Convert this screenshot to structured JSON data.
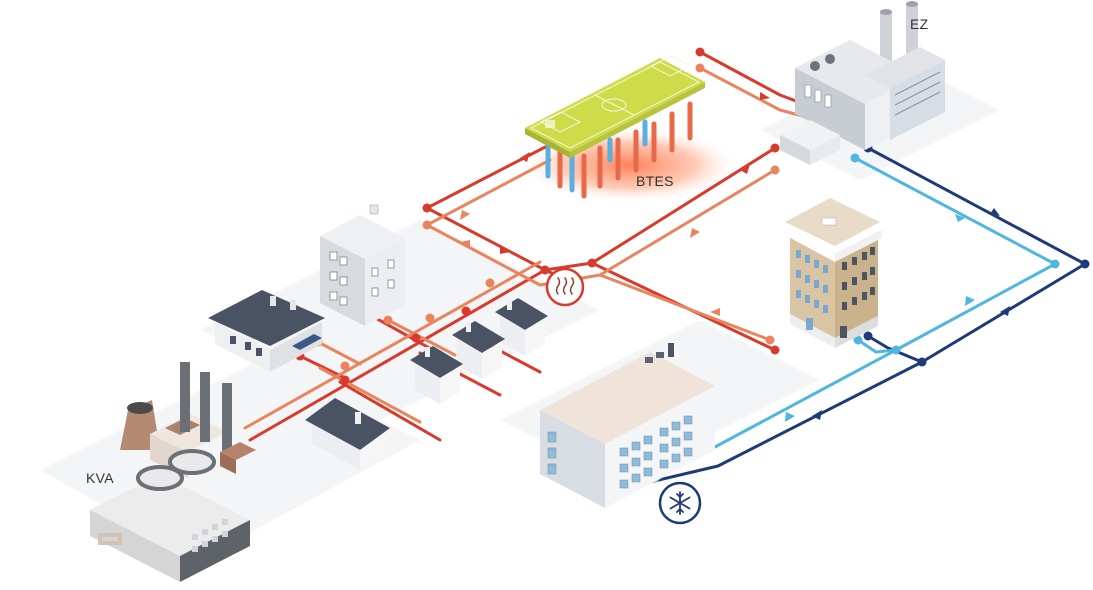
{
  "labels": {
    "kva": "KVA",
    "btes": "BTES",
    "ez": "EZ"
  },
  "icons": {
    "heat_exchanger": "heat-waves-icon",
    "cooling": "snowflake-icon"
  },
  "colors": {
    "hot_supply": "#d93a2b",
    "hot_return": "#e8855e",
    "cold_supply": "#1f3a78",
    "cold_return": "#4fb6e0",
    "field": "#cfdc4a",
    "ground_glow": "#ff7a4d",
    "building_grey": "#d9dbe0",
    "roof_dark": "#4a5363",
    "office_beige": "#d9c4a3",
    "plant_brown": "#b58a72"
  },
  "nodes": [
    {
      "id": "kva",
      "label": "KVA",
      "type": "waste-incineration-plant"
    },
    {
      "id": "btes",
      "label": "BTES",
      "type": "borehole-thermal-storage"
    },
    {
      "id": "ez",
      "label": "EZ",
      "type": "data-center"
    },
    {
      "id": "hx",
      "type": "heat-exchanger"
    },
    {
      "id": "cool",
      "type": "cooling-station"
    }
  ]
}
